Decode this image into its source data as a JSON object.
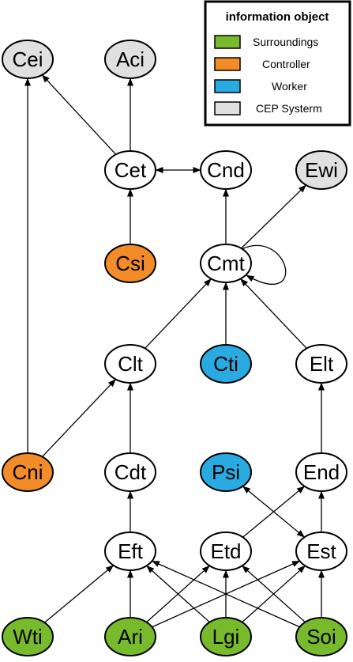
{
  "legend": {
    "title": "information object",
    "items": [
      {
        "key": "surroundings",
        "label": "Surroundings",
        "color": "#77bb2d"
      },
      {
        "key": "controller",
        "label": "Controller",
        "color": "#f28c28"
      },
      {
        "key": "worker",
        "label": "Worker",
        "color": "#29abe2"
      },
      {
        "key": "cep",
        "label": "CEP  Systerm",
        "color": "#e0e0e0"
      }
    ]
  },
  "node_types": {
    "surroundings": "#77bb2d",
    "controller": "#f28c28",
    "worker": "#29abe2",
    "cep": "#e0e0e0",
    "event": "#ffffff"
  },
  "nodes": [
    {
      "id": "Cei",
      "label": "Cei",
      "type": "cep"
    },
    {
      "id": "Aci",
      "label": "Aci",
      "type": "cep"
    },
    {
      "id": "Cet",
      "label": "Cet",
      "type": "event"
    },
    {
      "id": "Cnd",
      "label": "Cnd",
      "type": "event"
    },
    {
      "id": "Ewi",
      "label": "Ewi",
      "type": "cep"
    },
    {
      "id": "Csi",
      "label": "Csi",
      "type": "controller"
    },
    {
      "id": "Cmt",
      "label": "Cmt",
      "type": "event"
    },
    {
      "id": "Clt",
      "label": "Clt",
      "type": "event"
    },
    {
      "id": "Cti",
      "label": "Cti",
      "type": "worker"
    },
    {
      "id": "Elt",
      "label": "Elt",
      "type": "event"
    },
    {
      "id": "Cni",
      "label": "Cni",
      "type": "controller"
    },
    {
      "id": "Cdt",
      "label": "Cdt",
      "type": "event"
    },
    {
      "id": "Psi",
      "label": "Psi",
      "type": "worker"
    },
    {
      "id": "End",
      "label": "End",
      "type": "event"
    },
    {
      "id": "Eft",
      "label": "Eft",
      "type": "event"
    },
    {
      "id": "Etd",
      "label": "Etd",
      "type": "event"
    },
    {
      "id": "Est",
      "label": "Est",
      "type": "event"
    },
    {
      "id": "Wti",
      "label": "Wti",
      "type": "surroundings"
    },
    {
      "id": "Ari",
      "label": "Ari",
      "type": "surroundings"
    },
    {
      "id": "Lgi",
      "label": "Lgi",
      "type": "surroundings"
    },
    {
      "id": "Soi",
      "label": "Soi",
      "type": "surroundings"
    }
  ],
  "edges": [
    {
      "from": "Cni",
      "to": "Cei"
    },
    {
      "from": "Cet",
      "to": "Cei"
    },
    {
      "from": "Cet",
      "to": "Aci"
    },
    {
      "from": "Cet",
      "to": "Cnd",
      "both": true
    },
    {
      "from": "Csi",
      "to": "Cet"
    },
    {
      "from": "Cmt",
      "to": "Cnd"
    },
    {
      "from": "Cmt",
      "to": "Ewi"
    },
    {
      "from": "Cmt",
      "to": "Cmt",
      "loop": true
    },
    {
      "from": "Clt",
      "to": "Cmt"
    },
    {
      "from": "Cti",
      "to": "Cmt"
    },
    {
      "from": "Elt",
      "to": "Cmt"
    },
    {
      "from": "Cni",
      "to": "Clt"
    },
    {
      "from": "Cdt",
      "to": "Clt"
    },
    {
      "from": "End",
      "to": "Elt"
    },
    {
      "from": "Eft",
      "to": "Cdt"
    },
    {
      "from": "Etd",
      "to": "End"
    },
    {
      "from": "Est",
      "to": "End"
    },
    {
      "from": "Psi",
      "to": "Est",
      "both": true
    },
    {
      "from": "Wti",
      "to": "Eft"
    },
    {
      "from": "Ari",
      "to": "Eft"
    },
    {
      "from": "Lgi",
      "to": "Eft"
    },
    {
      "from": "Soi",
      "to": "Eft"
    },
    {
      "from": "Ari",
      "to": "Etd"
    },
    {
      "from": "Lgi",
      "to": "Etd"
    },
    {
      "from": "Soi",
      "to": "Etd"
    },
    {
      "from": "Ari",
      "to": "Est"
    },
    {
      "from": "Lgi",
      "to": "Est"
    },
    {
      "from": "Soi",
      "to": "Est"
    }
  ]
}
